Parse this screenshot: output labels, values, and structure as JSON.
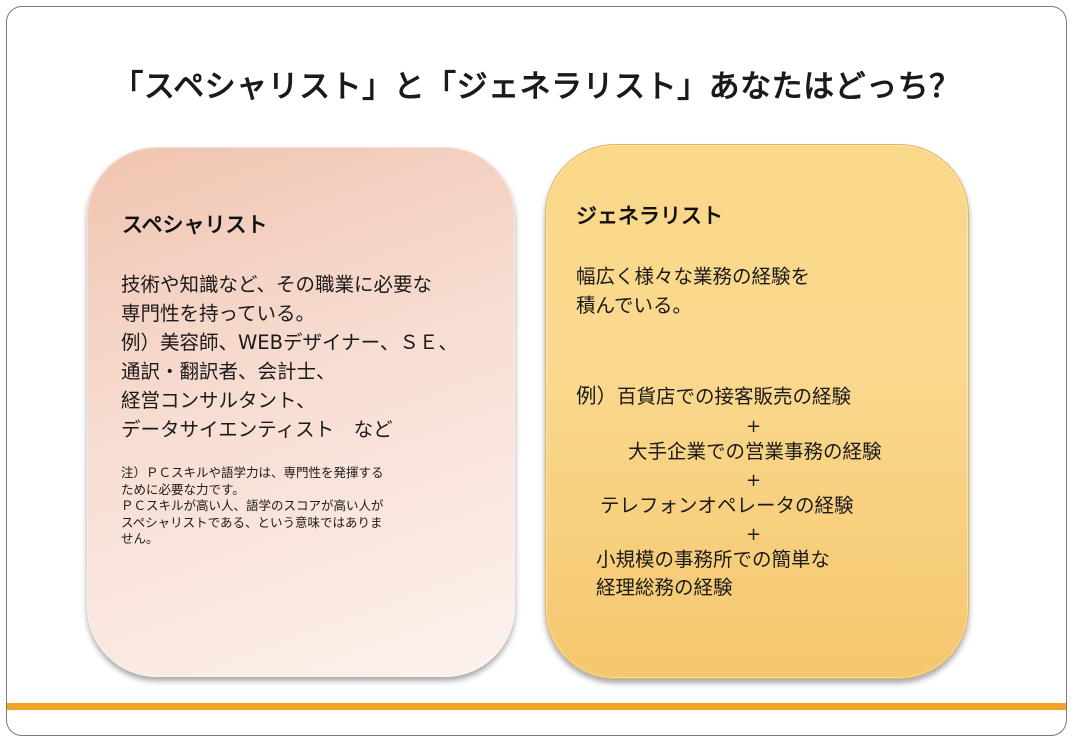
{
  "title": "「スペシャリスト」と「ジェネラリスト」あなたはどっち？",
  "specialist": {
    "heading": "スペシャリスト",
    "lines": [
      "技術や知識など、その職業に必要な",
      "専門性を持っている。",
      "例）美容師、WEBデザイナー、ＳＥ、",
      "通訳・翻訳者、会計士、",
      "経営コンサルタント、",
      "データサイエンティスト　など"
    ],
    "note_lines": [
      "注）ＰＣスキルや語学力は、専門性を発揮する",
      "ために必要な力です。",
      "ＰＣスキルが高い人、語学のスコアが高い人が",
      "スペシャリストである、という意味ではありま",
      "せん。"
    ]
  },
  "generalist": {
    "heading": "ジェネラリスト",
    "lines": [
      "幅広く様々な業務の経験を",
      "積んでいる。"
    ],
    "example_prefix": "例）",
    "examples": [
      "百貨店での接客販売の経験",
      "大手企業での営業事務の経験",
      "テレフォンオペレータの経験",
      "小規模の事務所での簡単な",
      "経理総務の経験"
    ],
    "plus": "+"
  },
  "colors": {
    "specialist_card": "#f7ddd2",
    "generalist_card": "#fad98f",
    "accent_bar": "#f0a326",
    "frame": "#7a7a7a"
  }
}
